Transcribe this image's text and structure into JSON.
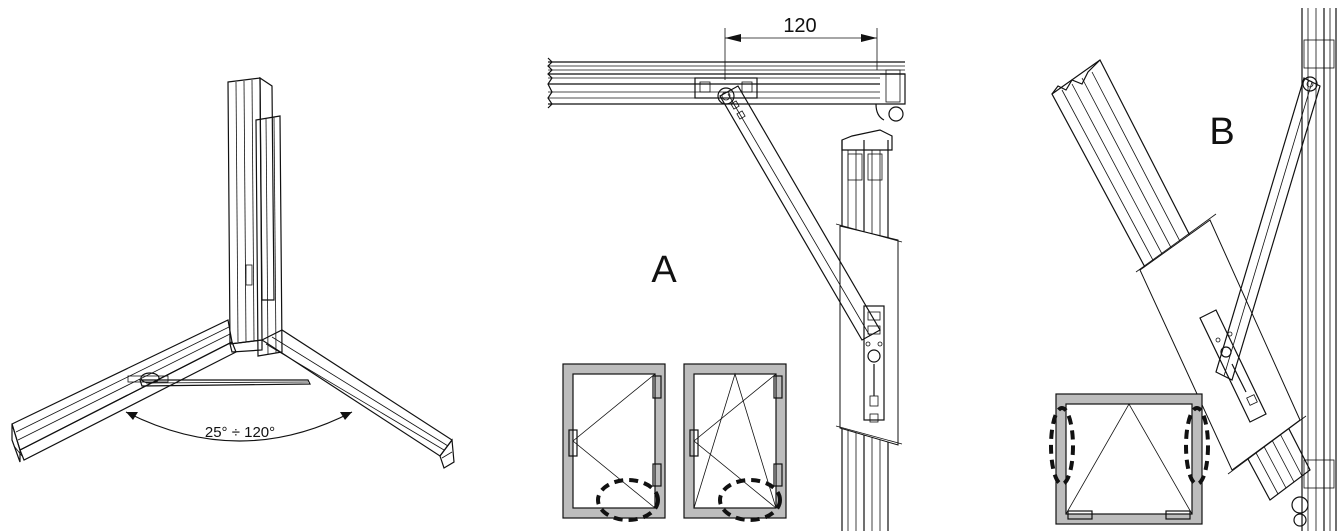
{
  "labels": {
    "angle_range": "25° ÷ 120°",
    "dimension": "120",
    "view_a": "A",
    "view_b": "B"
  }
}
